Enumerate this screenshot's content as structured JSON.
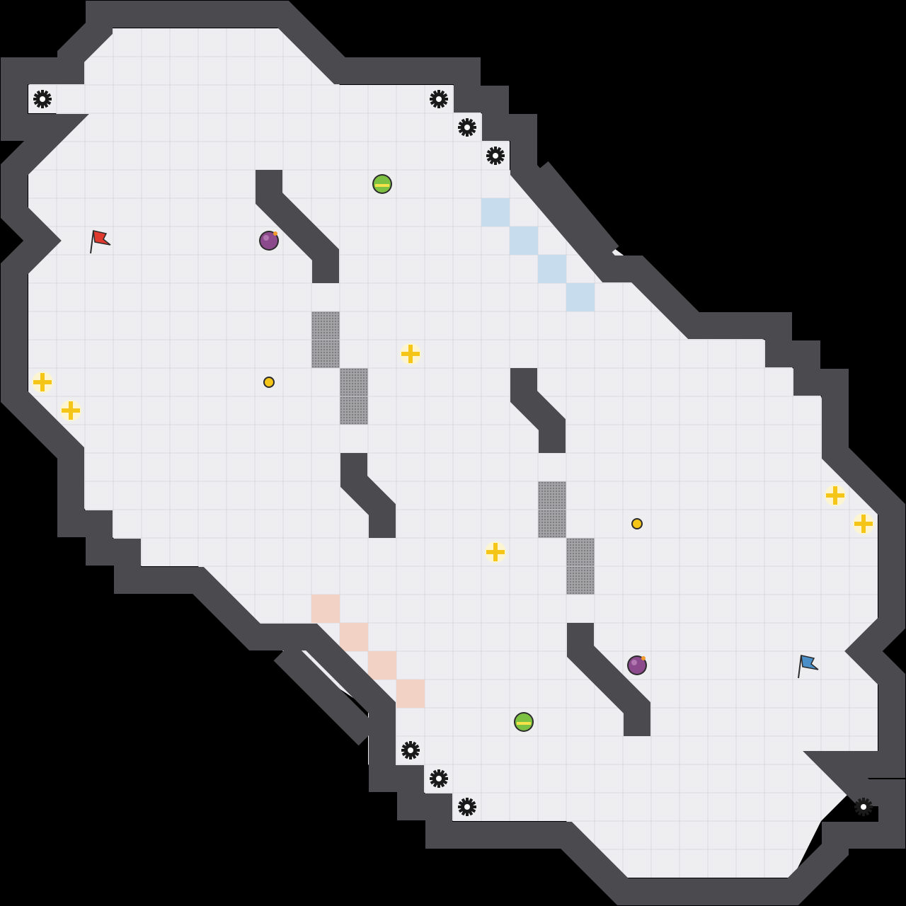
{
  "game": {
    "grid": {
      "cols": 32,
      "rows": 32
    },
    "colors": {
      "background": "#000000",
      "floor": "#eeeef1",
      "floor_line": "#d9dadf",
      "wall": "#4a4a4f",
      "wall_edge": "#3a3a3e",
      "blue_zone": "#c7dcec",
      "red_zone": "#f1d2c4",
      "grate": "#9a9a9c",
      "red_flag": "#e03a2f",
      "blue_flag": "#4a8fc7",
      "boost": "#f5c518",
      "powerup_green": "#7cc142",
      "bomb": "#8b4a8c",
      "spike": "#1a1a1a"
    },
    "entities": {
      "red_flag": {
        "icon": "red-flag-icon",
        "tile": [
          3,
          8
        ]
      },
      "blue_flag": {
        "icon": "blue-flag-icon",
        "tile": [
          28,
          23
        ]
      },
      "spikes": [
        [
          1,
          3
        ],
        [
          15,
          3
        ],
        [
          16,
          4
        ],
        [
          17,
          5
        ],
        [
          14,
          26
        ],
        [
          15,
          27
        ],
        [
          16,
          28
        ],
        [
          30,
          28
        ]
      ],
      "boosts": [
        [
          14,
          12
        ],
        [
          1,
          13
        ],
        [
          2,
          14
        ],
        [
          29,
          17
        ],
        [
          30,
          18
        ],
        [
          17,
          19
        ]
      ],
      "bombs": [
        [
          9,
          8
        ],
        [
          22,
          23
        ]
      ],
      "powerups": [
        [
          13,
          6
        ],
        [
          18,
          25
        ]
      ],
      "small_dots": [
        [
          9,
          13
        ],
        [
          22,
          18
        ]
      ],
      "grates": [
        [
          11,
          11
        ],
        [
          11,
          12
        ],
        [
          12,
          13
        ],
        [
          12,
          14
        ],
        [
          19,
          17
        ],
        [
          19,
          18
        ],
        [
          20,
          19
        ],
        [
          20,
          20
        ]
      ],
      "blue_zone": [
        [
          17,
          7
        ],
        [
          18,
          8
        ],
        [
          19,
          9
        ],
        [
          20,
          10
        ]
      ],
      "red_zone": [
        [
          11,
          21
        ],
        [
          12,
          22
        ],
        [
          13,
          23
        ],
        [
          14,
          24
        ]
      ]
    }
  }
}
